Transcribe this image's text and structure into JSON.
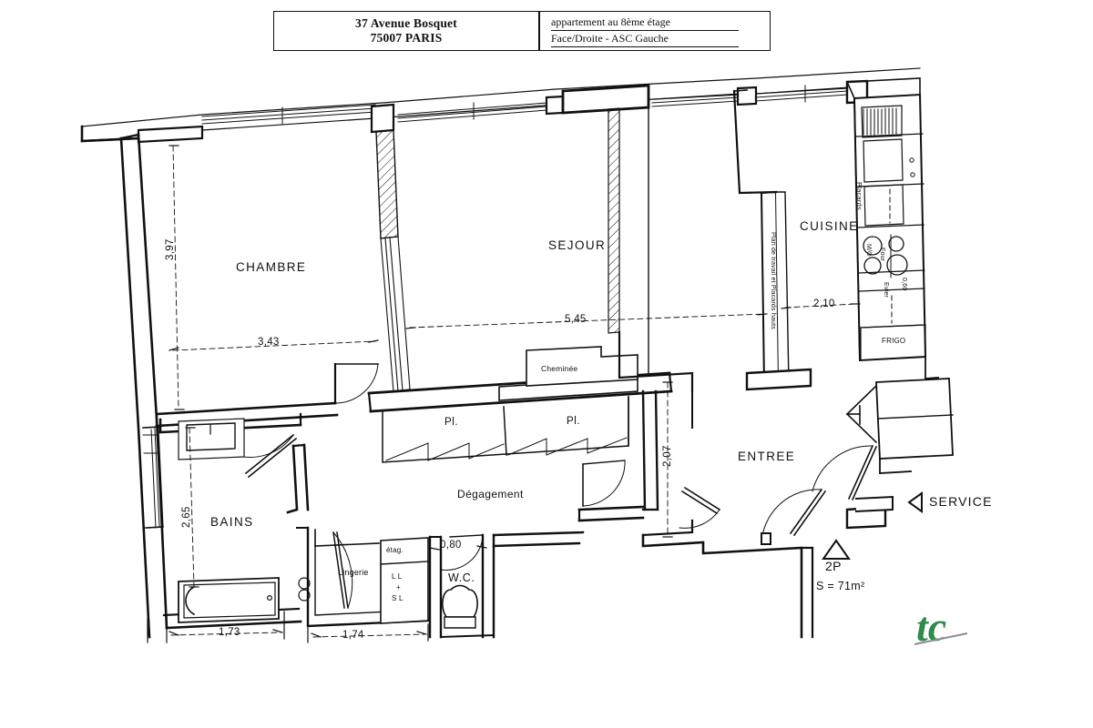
{
  "header": {
    "address_line1": "37 Avenue Bosquet",
    "address_line2": "75007 PARIS",
    "info_line1": "appartement au 8ème étage",
    "info_line2": "Face/Droite - ASC Gauche"
  },
  "rooms": {
    "chambre": "CHAMBRE",
    "sejour": "SEJOUR",
    "cuisine": "CUISINE",
    "entree": "ENTREE",
    "bains": "BAINS",
    "degagement": "Dégagement",
    "wc": "W.C.",
    "lingerie": "Lingerie"
  },
  "fixtures": {
    "cheminee": "Cheminée",
    "placard_left": "Pl.",
    "placard_right": "Pl.",
    "etagere": "étag.",
    "machines_l1": "L L",
    "machines_l2": "+",
    "machines_l3": "S L",
    "frigo": "FRIGO",
    "evier": "Evier",
    "placards_kitchen": "Placards",
    "plan_travail": "Plan de travail et Placards hauts",
    "mo": "M/O",
    "four": "Four",
    "sdb_vanity": "0,60"
  },
  "dimensions": {
    "chambre_v": "3,97",
    "chambre_h": "3,43",
    "sejour_h": "5,45",
    "cuisine_h": "2,10",
    "degagement_v": "2,07",
    "bains_v": "2,65",
    "bains_h": "1,73",
    "lingerie_h": "1,74",
    "wc_h": "0,80",
    "kitchen_depth": "0,60"
  },
  "annotations": {
    "service_label": "SERVICE",
    "type_label": "2P",
    "surface_label": "S = 71m²"
  },
  "logo": {
    "text": "tc",
    "color": "#2f8a4d"
  },
  "colors": {
    "ink": "#111111",
    "wall": "#111111",
    "thin": "#333333",
    "logo_green": "#2f8a4d"
  }
}
